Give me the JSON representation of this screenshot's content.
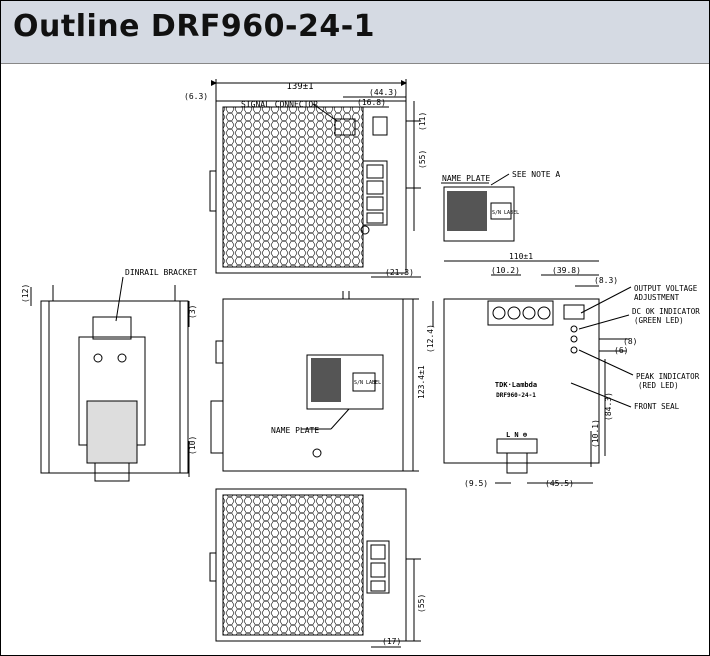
{
  "header": {
    "title": "Outline DRF960-24-1"
  },
  "top_view": {
    "width": "139±1",
    "d44": "(44.3)",
    "d16": "(16.8)",
    "d6": "(6.3)",
    "d11": "(11)",
    "d55": "(55)",
    "d21": "(21.3)",
    "signal_connector": "SIGNAL CONNECTOR"
  },
  "name_plate_note": {
    "label": "NAME PLATE",
    "note": "SEE NOTE A",
    "sn": "S/N LABEL"
  },
  "side_view": {
    "dinrail": "DINRAIL BRACKET",
    "d12": "(12)",
    "d3": "(3)",
    "d10": "(10)"
  },
  "front_view": {
    "d12_4": "(12.4)",
    "height": "123.4±1",
    "name_plate": "NAME PLATE",
    "sn": "S/N LABEL"
  },
  "right_view": {
    "width": "110±1",
    "d10_2": "(10.2)",
    "d39_8": "(39.8)",
    "d8_3": "(8.3)",
    "d8": "(8)",
    "d6": "(6)",
    "d84_3": "(84.3)",
    "d10_1": "(10.1)",
    "d9_5": "(9.5)",
    "d45_5": "(45.5)",
    "brand": "TDK·Lambda",
    "model": "DRF960-24-1",
    "terminals": "L  N  ⊕",
    "output_voltage": "OUTPUT VOLTAGE",
    "adjustment": "ADJUSTMENT",
    "dc_ok": "DC OK INDICATOR",
    "green_led": "(GREEN LED)",
    "peak": "PEAK INDICATOR",
    "red_led": "(RED LED)",
    "front_seal": "FRONT SEAL"
  },
  "bottom_view": {
    "d55": "(55)",
    "d17": "(17)"
  }
}
